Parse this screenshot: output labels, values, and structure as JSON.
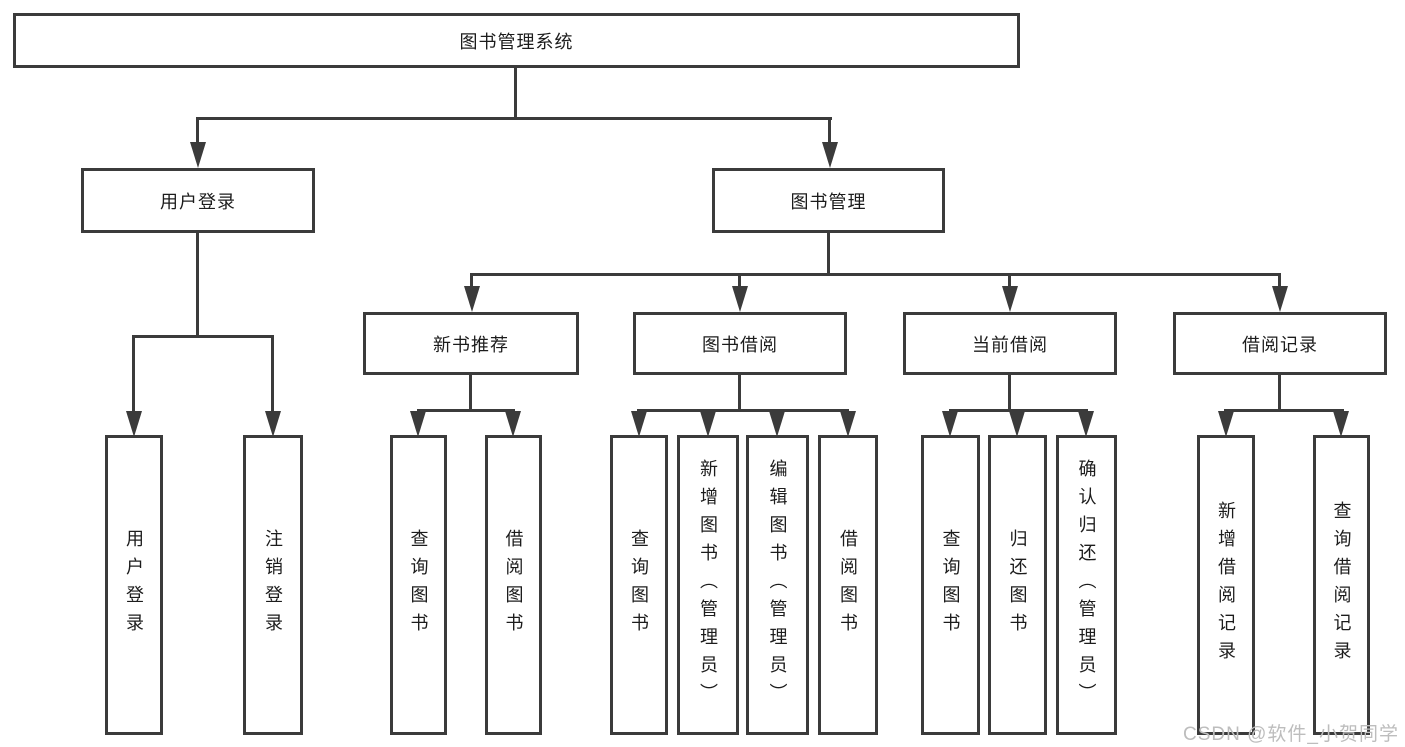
{
  "diagram_type": "hierarchy-tree",
  "tree": {
    "label": "图书管理系统",
    "children": [
      {
        "label": "用户登录",
        "children": [
          {
            "label": "用户登录"
          },
          {
            "label": "注销登录"
          }
        ]
      },
      {
        "label": "图书管理",
        "children": [
          {
            "label": "新书推荐",
            "children": [
              {
                "label": "查询图书"
              },
              {
                "label": "借阅图书"
              }
            ]
          },
          {
            "label": "图书借阅",
            "children": [
              {
                "label": "查询图书"
              },
              {
                "label": "新增图书（管理员）"
              },
              {
                "label": "编辑图书（管理员）"
              },
              {
                "label": "借阅图书"
              }
            ]
          },
          {
            "label": "当前借阅",
            "children": [
              {
                "label": "查询图书"
              },
              {
                "label": "归还图书"
              },
              {
                "label": "确认归还（管理员）"
              }
            ]
          },
          {
            "label": "借阅记录",
            "children": [
              {
                "label": "新增借阅记录"
              },
              {
                "label": "查询借阅记录"
              }
            ]
          }
        ]
      }
    ]
  },
  "watermark": {
    "text": "CSDN @软件_小贺同学"
  },
  "colors": {
    "line": "#3b3b3b",
    "text": "#1c1c1c",
    "watermark": "#bdbdbd",
    "background": "#ffffff"
  }
}
